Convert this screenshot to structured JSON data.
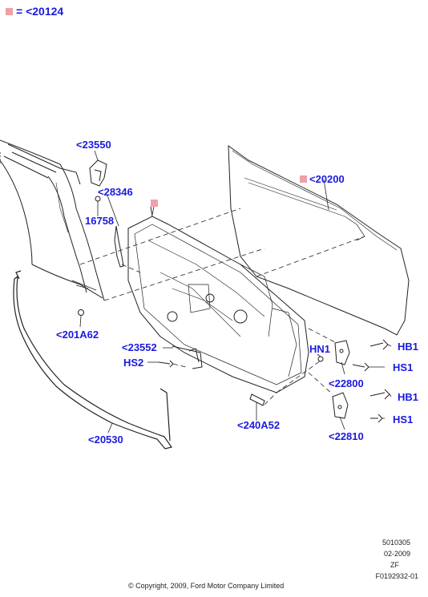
{
  "legend": {
    "marker_text": "= <20124",
    "marker_color": "#f0a0a8"
  },
  "callouts": {
    "c23550": "<23550",
    "c28346": "<28346",
    "c16758": "16758",
    "c20200": "<20200",
    "c201A62": "<201A62",
    "c23552": "<23552",
    "cHS2": "HS2",
    "cHN1": "HN1",
    "cHB1a": "HB1",
    "cHS1a": "HS1",
    "c22800": "<22800",
    "cHB1b": "HB1",
    "cHS1b": "HS1",
    "c240A52": "<240A52",
    "c22810": "<22810",
    "c20530": "<20530"
  },
  "footer": {
    "part_code": "5010305",
    "date": "02-2009",
    "region": "ZF",
    "figure_id": "F0192932-01",
    "copyright": "© Copyright, 2009, Ford Motor Company Limited"
  },
  "colors": {
    "callout_text": "#1a1ae0",
    "line_art": "#222222",
    "marker": "#f0a0a8"
  }
}
